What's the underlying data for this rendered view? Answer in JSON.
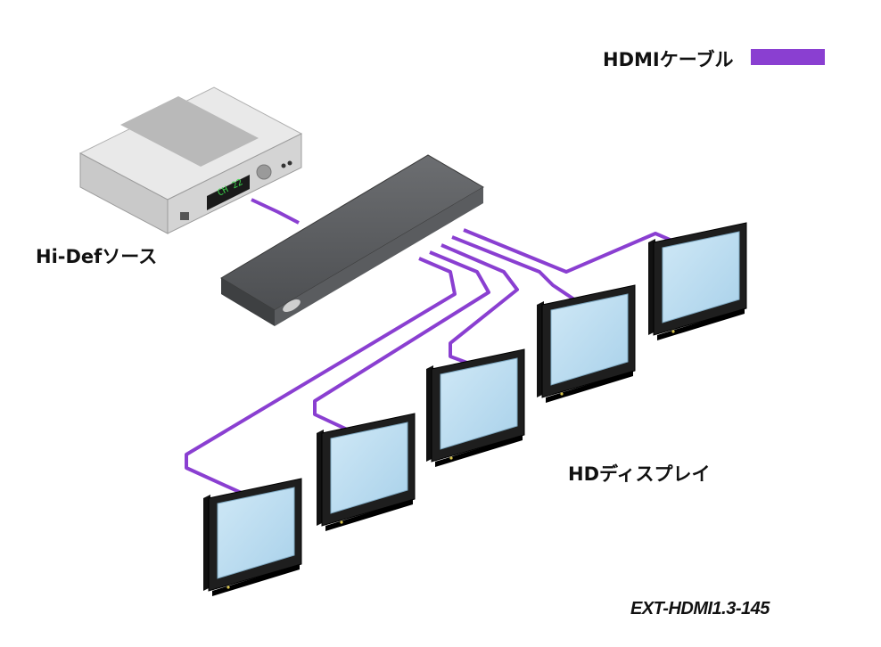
{
  "legend": {
    "cable_label": "HDMIケーブル",
    "cable_color": "#8a3fd1"
  },
  "source": {
    "label": "Hi-Defソース",
    "display_text": "CH 22"
  },
  "displays": {
    "label": "HDディスプレイ",
    "count": 5
  },
  "model": {
    "label": "EXT-HDMI1.3-145"
  },
  "colors": {
    "cable": "#8a3fd1",
    "screen": "#b9dbef",
    "bezel": "#1e1e1e",
    "splitter": "#55575a",
    "source_body": "#d4d4d4"
  }
}
